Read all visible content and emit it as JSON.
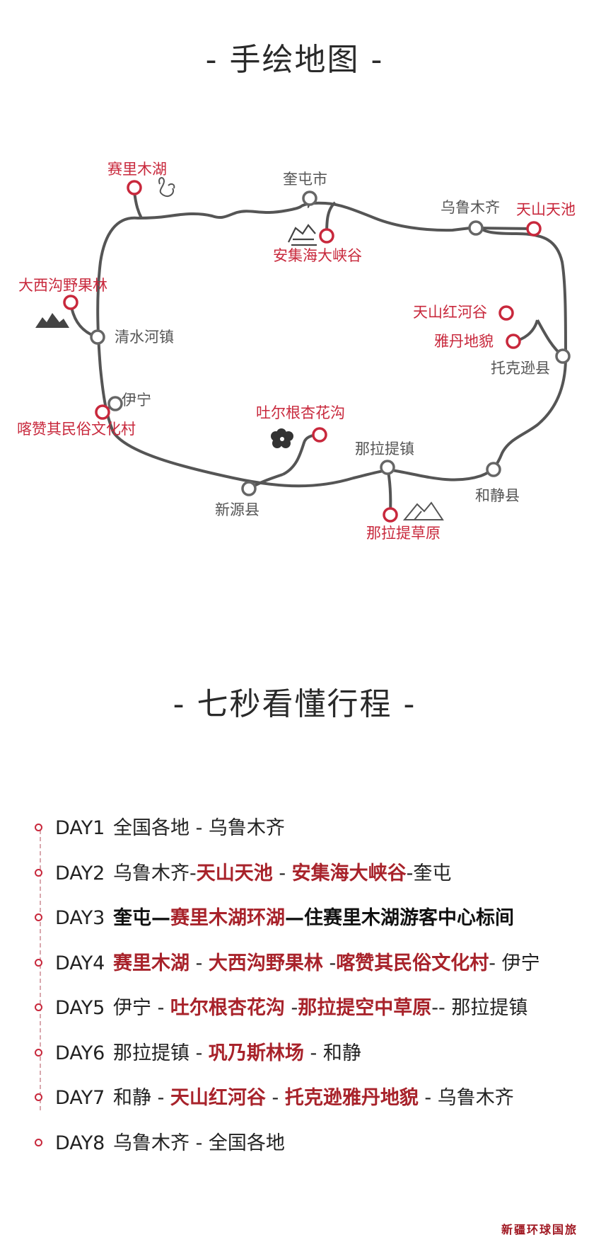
{
  "map_section": {
    "title": "- 手绘地图 -",
    "places": {
      "sailimu_lake": "赛里木湖",
      "kuitun": "奎屯市",
      "anjihai": "安集海大峡谷",
      "urumqi": "乌鲁木齐",
      "tianshan_tianchi": "天山天池",
      "daxigou": "大西沟野果林",
      "qingshuihe": "清水河镇",
      "tianshan_honghegu": "天山红河谷",
      "yardang": "雅丹地貌",
      "tokxun": "托克逊县",
      "yining": "伊宁",
      "kazan_village": "喀赞其民俗文化村",
      "tuergen": "吐尔根杏花沟",
      "nalati_town": "那拉提镇",
      "hejing": "和静县",
      "xinyuan": "新源县",
      "nalati_grassland": "那拉提草原"
    },
    "colors": {
      "route": "#555555",
      "attraction": "#c8283c",
      "town": "#666666"
    }
  },
  "itinerary_section": {
    "title": "- 七秒看懂行程 -",
    "days": [
      {
        "day": "DAY1",
        "segments": [
          {
            "t": "全国各地 - 乌鲁木齐",
            "s": "n"
          }
        ]
      },
      {
        "day": "DAY2",
        "segments": [
          {
            "t": "乌鲁木齐-",
            "s": "n"
          },
          {
            "t": "天山天池",
            "s": "r"
          },
          {
            "t": " - ",
            "s": "n"
          },
          {
            "t": "安集海大峡谷",
            "s": "r"
          },
          {
            "t": "-奎屯",
            "s": "n"
          }
        ]
      },
      {
        "day": "DAY3",
        "segments": [
          {
            "t": "奎屯—",
            "s": "b"
          },
          {
            "t": "赛里木湖环湖",
            "s": "r"
          },
          {
            "t": "—住赛里木湖游客中心标间",
            "s": "b"
          }
        ]
      },
      {
        "day": "DAY4",
        "segments": [
          {
            "t": "赛里木湖",
            "s": "r"
          },
          {
            "t": " - ",
            "s": "n"
          },
          {
            "t": "大西沟野果林",
            "s": "r"
          },
          {
            "t": " -",
            "s": "n"
          },
          {
            "t": "喀赞其民俗文化村",
            "s": "r"
          },
          {
            "t": "- 伊宁",
            "s": "n"
          }
        ]
      },
      {
        "day": "DAY5",
        "segments": [
          {
            "t": "伊宁 - ",
            "s": "n"
          },
          {
            "t": "吐尔根杏花沟",
            "s": "r"
          },
          {
            "t": " -",
            "s": "n"
          },
          {
            "t": "那拉提空中草原",
            "s": "r"
          },
          {
            "t": "-- 那拉提镇",
            "s": "n"
          }
        ]
      },
      {
        "day": "DAY6",
        "segments": [
          {
            "t": "那拉提镇 - ",
            "s": "n"
          },
          {
            "t": "巩乃斯林场",
            "s": "r"
          },
          {
            "t": " - 和静",
            "s": "n"
          }
        ]
      },
      {
        "day": "DAY7",
        "segments": [
          {
            "t": "和静 - ",
            "s": "n"
          },
          {
            "t": "天山红河谷",
            "s": "r"
          },
          {
            "t": " - ",
            "s": "n"
          },
          {
            "t": "托克逊雅丹地貌",
            "s": "r"
          },
          {
            "t": " - 乌鲁木齐",
            "s": "n"
          }
        ]
      },
      {
        "day": "DAY8",
        "segments": [
          {
            "t": "乌鲁木齐 - 全国各地",
            "s": "n"
          }
        ]
      }
    ]
  },
  "watermark": "新疆环球国旅"
}
